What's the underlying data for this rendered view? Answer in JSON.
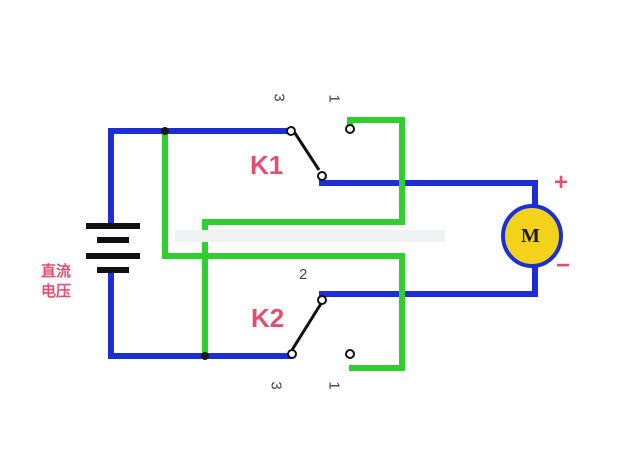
{
  "labels": {
    "k1": "K1",
    "k2": "K2",
    "source_line1": "直流",
    "source_line2": "电压",
    "motor": "M",
    "plus": "+",
    "minus": "−",
    "k1_left_terminal": "3",
    "k1_right_terminal": "1",
    "k2_top_terminal": "2",
    "k2_left_terminal": "3",
    "k2_right_terminal": "1"
  },
  "colors": {
    "wire_blue": "#1c2fd6",
    "wire_green": "#2fcf2f",
    "label_pink": "#e3506f",
    "motor_fill": "#f3d21b",
    "motor_stroke": "#1c2fd6"
  }
}
